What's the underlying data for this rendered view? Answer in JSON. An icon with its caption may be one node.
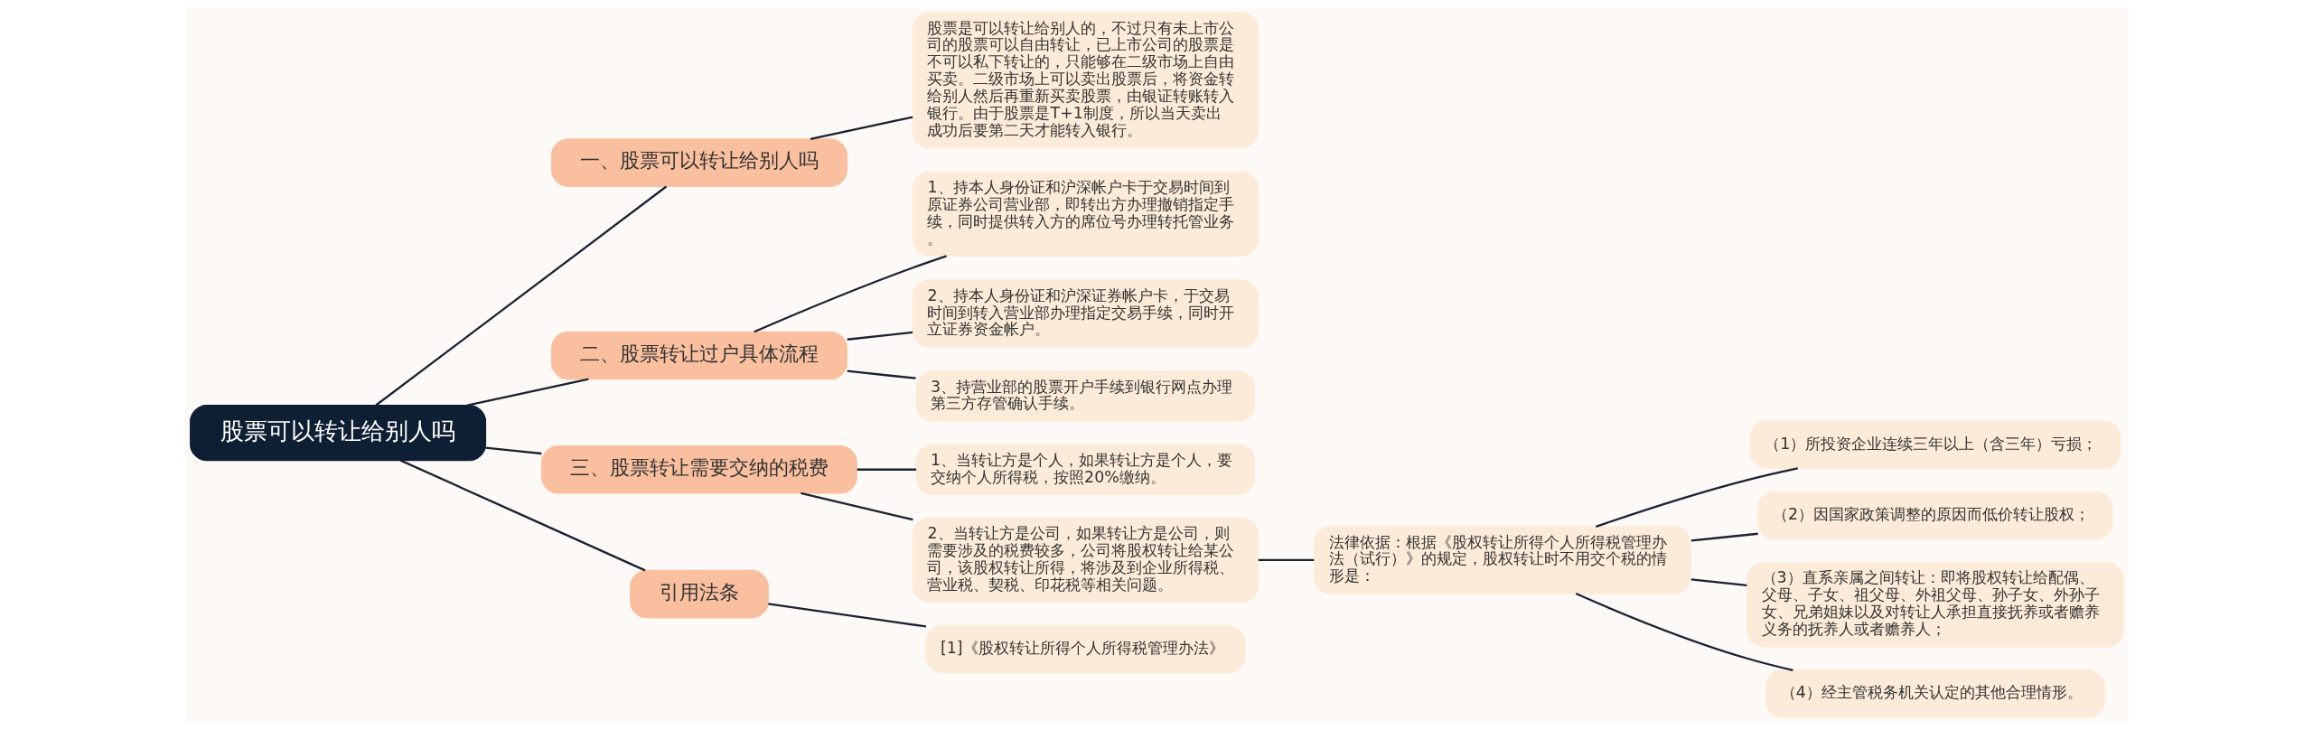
{
  "diagram": {
    "nodes": [
      {
        "text": [
          "股票可以转让给别人吗"
        ]
      },
      {
        "text": [
          "一、股票可以转让给别人吗"
        ]
      },
      {
        "text": [
          "股票是可以转让给别人的，不过只有未上市公司的股票可以自由转让，已上市公司的股票是不可以私下转让的，只能够在二级市场上自由买卖。二级市场上可以卖出股票后，将资金转给别人然后再重新买卖股票，由银证转账转入银行。由于股票是T+1制度，所以当天卖出成功后要第二天才能转入银行。"
        ]
      },
      {
        "text": [
          "二、股票转让过户具体流程"
        ]
      },
      {
        "text": [
          "1、持本人身份证和沪深帐户卡于交易时间到原证券公司营业部，即转出方办理撤销指定手续，同时提供转入方的席位号办理转托管业务。"
        ]
      },
      {
        "text": [
          "2、持本人身份证和沪深证券帐户卡，于交易时间到转入营业部办理指定交易手续，同时开立证券资金帐户。"
        ]
      },
      {
        "text": [
          "3、持营业部的股票开户手续到银行网点办理第三方存管确认手续。"
        ]
      },
      {
        "text": [
          "三、股票转让需要交纳的税费"
        ]
      },
      {
        "text": [
          "1、当转让方是个人，如果转让方是个人，要交纳个人所得税，按照20%缴纳。"
        ]
      },
      {
        "text": [
          "2、当转让方是公司，如果转让方是公司，则需要涉及的税费较多，公司将股权转让给某公司，该股权转让所得，将涉及到企业所得税、营业税、契税、印花税等相关问题。"
        ]
      },
      {
        "text": [
          "法律依据：根据《股权转让所得个人所得税管理办法（试行）》的规定，股权转让时不用交个税的情形是："
        ]
      },
      {
        "text": [
          "（1）所投资企业连续三年以上（含三年）亏损；"
        ]
      },
      {
        "text": [
          "（2）因国家政策调整的原因而低价转让股权；"
        ]
      },
      {
        "text": [
          "（3）直系亲属之间转让：即将股权转让给配偶、父母、子女、祖父母、外祖父母、孙子女、外孙子女、兄弟姐妹以及对转让人承担直接抚养或者赡养义务的抚养人或者赡养人；"
        ]
      },
      {
        "text": [
          "（4）经主管税务机关认定的其他合理情形。"
        ]
      },
      {
        "text": [
          "引用法条"
        ]
      },
      {
        "text": [
          "[1]《股权转让所得个人所得税管理办法》"
        ]
      }
    ],
    "edges": [
      {
        "from": 0,
        "to": 1,
        "arrow": "none"
      },
      {
        "from": 1,
        "to": 2,
        "arrow": "none"
      },
      {
        "from": 0,
        "to": 3,
        "arrow": "none"
      },
      {
        "from": 3,
        "to": 4,
        "arrow": "none"
      },
      {
        "from": 3,
        "to": 5,
        "arrow": "none"
      },
      {
        "from": 3,
        "to": 6,
        "arrow": "none"
      },
      {
        "from": 0,
        "to": 7,
        "arrow": "none"
      },
      {
        "from": 7,
        "to": 8,
        "arrow": "none"
      },
      {
        "from": 7,
        "to": 9,
        "arrow": "none"
      },
      {
        "from": 9,
        "to": 10,
        "arrow": "none"
      },
      {
        "from": 10,
        "to": 11,
        "arrow": "none"
      },
      {
        "from": 10,
        "to": 12,
        "arrow": "none"
      },
      {
        "from": 10,
        "to": 13,
        "arrow": "none"
      },
      {
        "from": 10,
        "to": 14,
        "arrow": "none"
      },
      {
        "from": 0,
        "to": 15,
        "arrow": "none"
      },
      {
        "from": 15,
        "to": 16,
        "arrow": "none"
      }
    ]
  }
}
